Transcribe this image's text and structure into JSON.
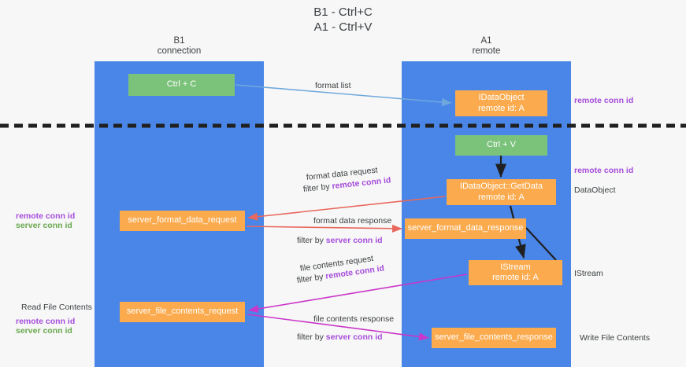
{
  "doc": {
    "title_line1": "B1 - Ctrl+C",
    "title_line2": "A1 - Ctrl+V"
  },
  "lanes": [
    {
      "id": "b1",
      "name_line1": "B1",
      "name_line2": "connection"
    },
    {
      "id": "a1",
      "name_line1": "A1",
      "name_line2": "remote"
    }
  ],
  "colors": {
    "lane_blue": "#4a86e8",
    "node_green": "#7bc27b",
    "node_orange": "#fbab4e",
    "accent_purple": "#a64ddb",
    "accent_green": "#6aa84f",
    "arrow_lightblue": "#6fa8dc",
    "arrow_red": "#e8685d",
    "arrow_magenta": "#c936c9",
    "arrow_black": "#202020",
    "background": "#f7f7f7"
  },
  "nodes": {
    "ctrl_c": {
      "label": "Ctrl + C",
      "sub": ""
    },
    "idataobject": {
      "label": "IDataObject",
      "sub": "remote id: A"
    },
    "ctrl_v": {
      "label": "Ctrl + V",
      "sub": ""
    },
    "getdata": {
      "label": "IDataObject::GetData",
      "sub": "remote id: A"
    },
    "server_format_data_request": {
      "label": "server_format_data_request",
      "sub": ""
    },
    "server_format_data_response": {
      "label": "server_format_data_response",
      "sub": ""
    },
    "istream": {
      "label": "IStream",
      "sub": "remote id: A"
    },
    "server_file_contents_request": {
      "label": "server_file_contents_request",
      "sub": ""
    },
    "server_file_contents_response": {
      "label": "server_file_contents_response",
      "sub": ""
    }
  },
  "edge_labels": {
    "format_list": "format list",
    "format_data_request": "format data request",
    "format_data_request_filter_prefix": "filter by ",
    "format_data_request_filter_key": "remote conn id",
    "format_data_response": "format data response",
    "format_data_response_filter_prefix": "filter by ",
    "format_data_response_filter_key": "server conn id",
    "file_contents_request": "file contents request",
    "file_contents_request_filter_prefix": "filter by ",
    "file_contents_request_filter_key": "remote conn id",
    "file_contents_response": "file contents response",
    "file_contents_response_filter_prefix": "filter by ",
    "file_contents_response_filter_key": "server conn id"
  },
  "annotations": {
    "right_remote_conn_id_top": "remote conn id",
    "right_remote_conn_id_mid": "remote conn id",
    "right_dataobject": "DataObject",
    "right_istream": "IStream",
    "right_write_file_contents": "Write File Contents",
    "left_remote_conn_id_1": "remote conn id",
    "left_server_conn_id_1": "server conn id",
    "left_read_file_contents": "Read File Contents",
    "left_remote_conn_id_2": "remote conn id",
    "left_server_conn_id_2": "server conn id"
  }
}
